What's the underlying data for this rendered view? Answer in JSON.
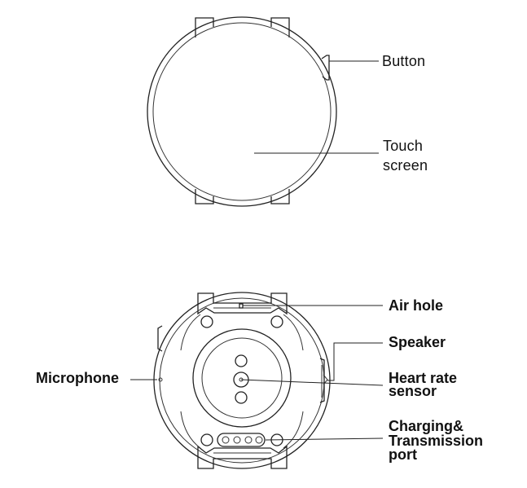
{
  "front_view": {
    "labels": {
      "button": "Button",
      "touch_screen_line1": "Touch",
      "touch_screen_line2": "screen"
    }
  },
  "back_view": {
    "labels": {
      "air_hole": "Air hole",
      "speaker": "Speaker",
      "microphone": "Microphone",
      "heart_rate_line1": "Heart rate",
      "heart_rate_line2": "sensor",
      "charging_line1": "Charging&",
      "charging_line2": "Transmission",
      "charging_line3": "port"
    }
  }
}
